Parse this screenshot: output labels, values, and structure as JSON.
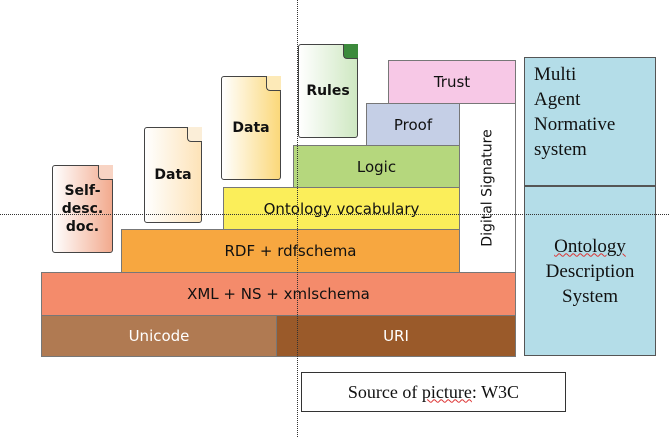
{
  "layers": {
    "unicode": "Unicode",
    "uri": "URI",
    "xml": "XML + NS + xmlschema",
    "rdf": "RDF + rdfschema",
    "ontology": "Ontology vocabulary",
    "logic": "Logic",
    "proof": "Proof",
    "trust": "Trust",
    "signature": "Digital Signature"
  },
  "documents": {
    "self_desc": "Self-\ndesc.\ndoc.",
    "data1": "Data",
    "data2": "Data",
    "rules": "Rules"
  },
  "side_boxes": {
    "mans": "Multi\nAgent\nNormative\nsystem",
    "ontology_word": "Ontology",
    "ods_rest": "Description\nSystem"
  },
  "caption": {
    "prefix": "Source of ",
    "word": "picture",
    "suffix": ": W3C"
  },
  "colors": {
    "unicode": "#b07a52",
    "uri": "#9a5a2a",
    "xml": "#f48b6b",
    "rdf": "#f7a740",
    "ontology": "#fbee5a",
    "logic": "#b5d77d",
    "proof": "#c5cfe6",
    "trust": "#f7c8e6",
    "side": "#b4dde8"
  }
}
